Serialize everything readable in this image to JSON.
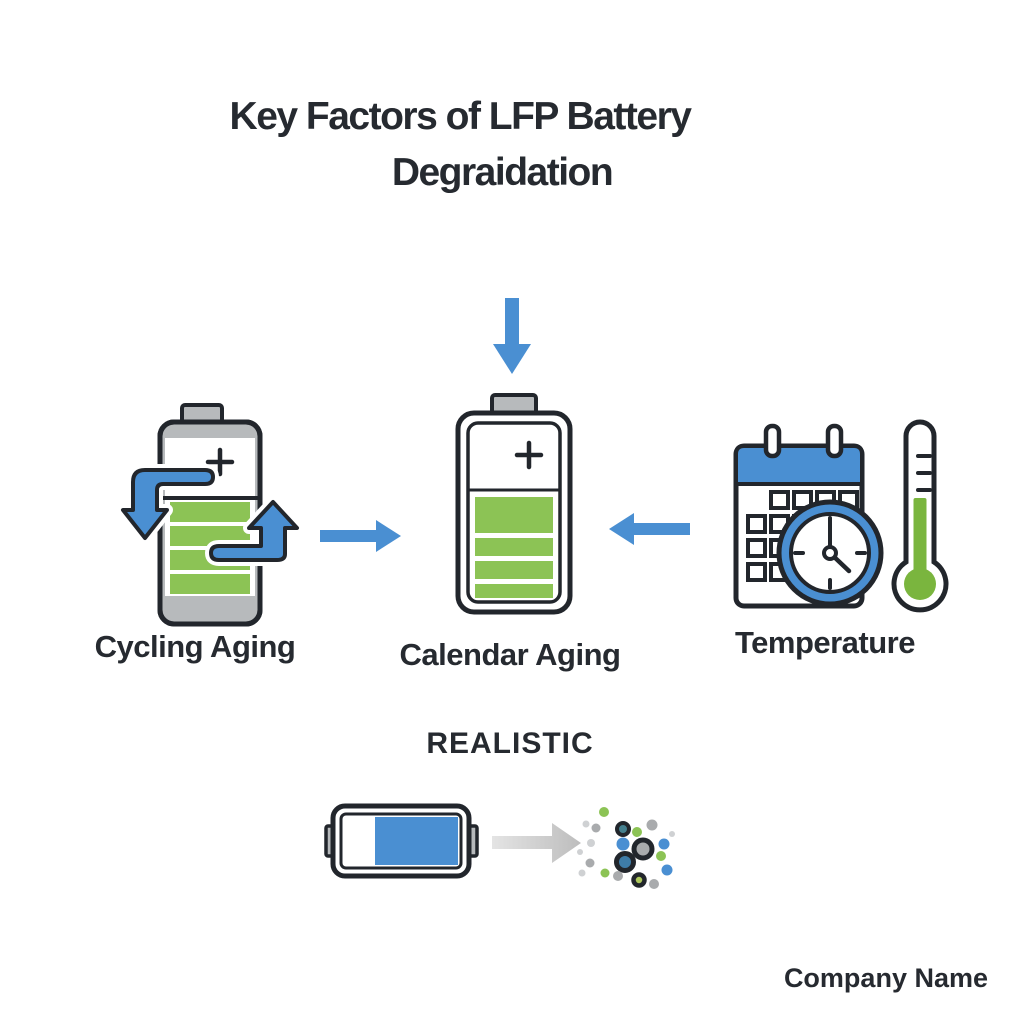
{
  "title": {
    "line1": "Key Factors of LFP Battery",
    "line2": "Degraidation"
  },
  "factors": [
    {
      "label": "Cycling Aging",
      "icon": "cycling-battery-icon"
    },
    {
      "label": "Calendar Aging",
      "icon": "calendar-battery-icon"
    },
    {
      "label": "Temperature",
      "icon": "calendar-clock-thermometer-icon"
    }
  ],
  "section_label": "REALISTIC",
  "company": "Company Name",
  "icons": {
    "down-arrow-icon": "blue arrow pointing down into center battery",
    "right-arrow-icon": "blue arrow pointing right toward center battery",
    "left-arrow-icon": "blue arrow pointing left toward center battery",
    "cycling-battery-icon": "battery with charge/discharge cycle arrows",
    "calendar-battery-icon": "vertical battery with plus terminal and green charge bars",
    "calendar-icon": "monthly calendar with blue header",
    "clock-icon": "analog clock with blue ring",
    "thermometer-icon": "thermometer with green column and bulb",
    "battery-horizontal-icon": "horizontal battery partially charged blue",
    "gray-arrow-icon": "gray arrow pointing right",
    "degradation-particles-icon": "scatter of gray, blue and green particles"
  },
  "colors": {
    "ink": "#22262c",
    "text": "#262a30",
    "blue": "#4a8fd2",
    "green": "#8cc355",
    "tgreen": "#7ab53e",
    "graycap": "#b7babc",
    "pgray": "#a9abad",
    "plight": "#cfd1d3",
    "pteal": "#44808f",
    "pdkblue": "#3e7ca8",
    "pyellow": "#aec95c"
  }
}
